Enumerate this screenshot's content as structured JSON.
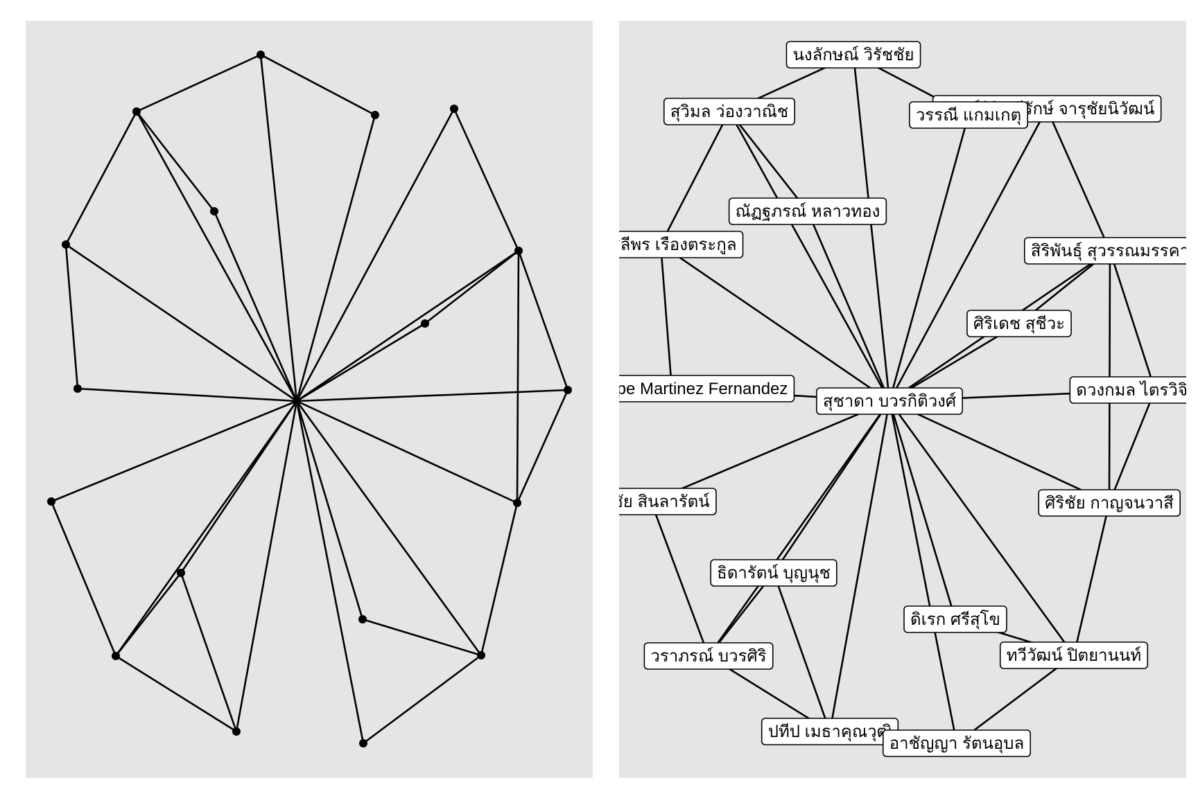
{
  "nodes": [
    {
      "id": 0,
      "label": "สุชาดา บวรกิติวงศ์"
    },
    {
      "id": 1,
      "label": "นงลักษณ์ วิรัชชัย"
    },
    {
      "id": 2,
      "label": "สุวิมล ว่องวาณิช"
    },
    {
      "id": 3,
      "label": "วรรณี แกมเกตุ"
    },
    {
      "id": 4,
      "label": "จันทร์ศิริ ศรีรักษ์ จารุชัยนิวัฒน์"
    },
    {
      "id": 5,
      "label": "ณัฏฐภรณ์ หลาวทอง"
    },
    {
      "id": 6,
      "label": "อัญชลีพร เรืองตระกูล"
    },
    {
      "id": 7,
      "label": "สิริพันธุ์ สุวรรณมรรคา"
    },
    {
      "id": 8,
      "label": "ศิริเดช สุชีวะ"
    },
    {
      "id": 9,
      "label": "Jose Filipe Martinez Fernandez"
    },
    {
      "id": 10,
      "label": "ดวงกมล ไตรวิจิตรคุณ"
    },
    {
      "id": 11,
      "label": "ศิริชัย สินลารัตน์"
    },
    {
      "id": 12,
      "label": "ศิริชัย กาญจนวาสี"
    },
    {
      "id": 13,
      "label": "ธิดารัตน์ บุญนุช"
    },
    {
      "id": 14,
      "label": "ดิเรก ศรีสุโข"
    },
    {
      "id": 15,
      "label": "วราภรณ์ บวรศิริ"
    },
    {
      "id": 16,
      "label": "ทวีวัฒน์ ปิตยานนท์"
    },
    {
      "id": 17,
      "label": "ปทีป เมธาคุณวุฒิ"
    },
    {
      "id": 18,
      "label": "อาชัญญา รัตนอุบล"
    }
  ],
  "edges": [
    [
      0,
      1
    ],
    [
      0,
      2
    ],
    [
      0,
      3
    ],
    [
      0,
      4
    ],
    [
      0,
      5
    ],
    [
      0,
      6
    ],
    [
      0,
      7
    ],
    [
      0,
      8
    ],
    [
      0,
      9
    ],
    [
      0,
      10
    ],
    [
      0,
      11
    ],
    [
      0,
      12
    ],
    [
      0,
      13
    ],
    [
      0,
      14
    ],
    [
      0,
      15
    ],
    [
      0,
      16
    ],
    [
      0,
      17
    ],
    [
      0,
      18
    ],
    [
      1,
      2
    ],
    [
      1,
      3
    ],
    [
      2,
      5
    ],
    [
      2,
      6
    ],
    [
      6,
      9
    ],
    [
      4,
      7
    ],
    [
      7,
      8
    ],
    [
      7,
      10
    ],
    [
      7,
      12
    ],
    [
      10,
      12
    ],
    [
      12,
      16
    ],
    [
      14,
      16
    ],
    [
      16,
      18
    ],
    [
      11,
      15
    ],
    [
      13,
      15
    ],
    [
      15,
      17
    ],
    [
      13,
      17
    ]
  ]
}
